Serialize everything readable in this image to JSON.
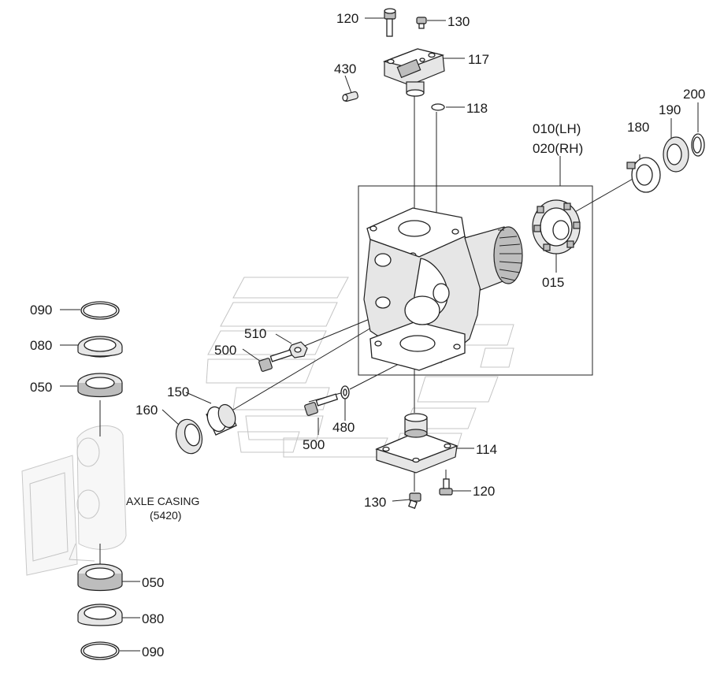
{
  "callouts": {
    "c120_top": "120",
    "c130_top": "130",
    "c117": "117",
    "c430": "430",
    "c118": "118",
    "c010": "010(LH)",
    "c020": "020(RH)",
    "c180": "180",
    "c190": "190",
    "c200": "200",
    "c015": "015",
    "c510": "510",
    "c500_upper": "500",
    "c150": "150",
    "c160": "160",
    "c500_lower": "500",
    "c480": "480",
    "c114": "114",
    "c120_bottom": "120",
    "c130_bottom": "130",
    "c090_top": "090",
    "c080_top": "080",
    "c050_top": "050",
    "c050_bottom": "050",
    "c080_bottom": "080",
    "c090_bottom": "090"
  },
  "axle_casing": {
    "title": "AXLE CASING",
    "ref": "(5420)"
  }
}
